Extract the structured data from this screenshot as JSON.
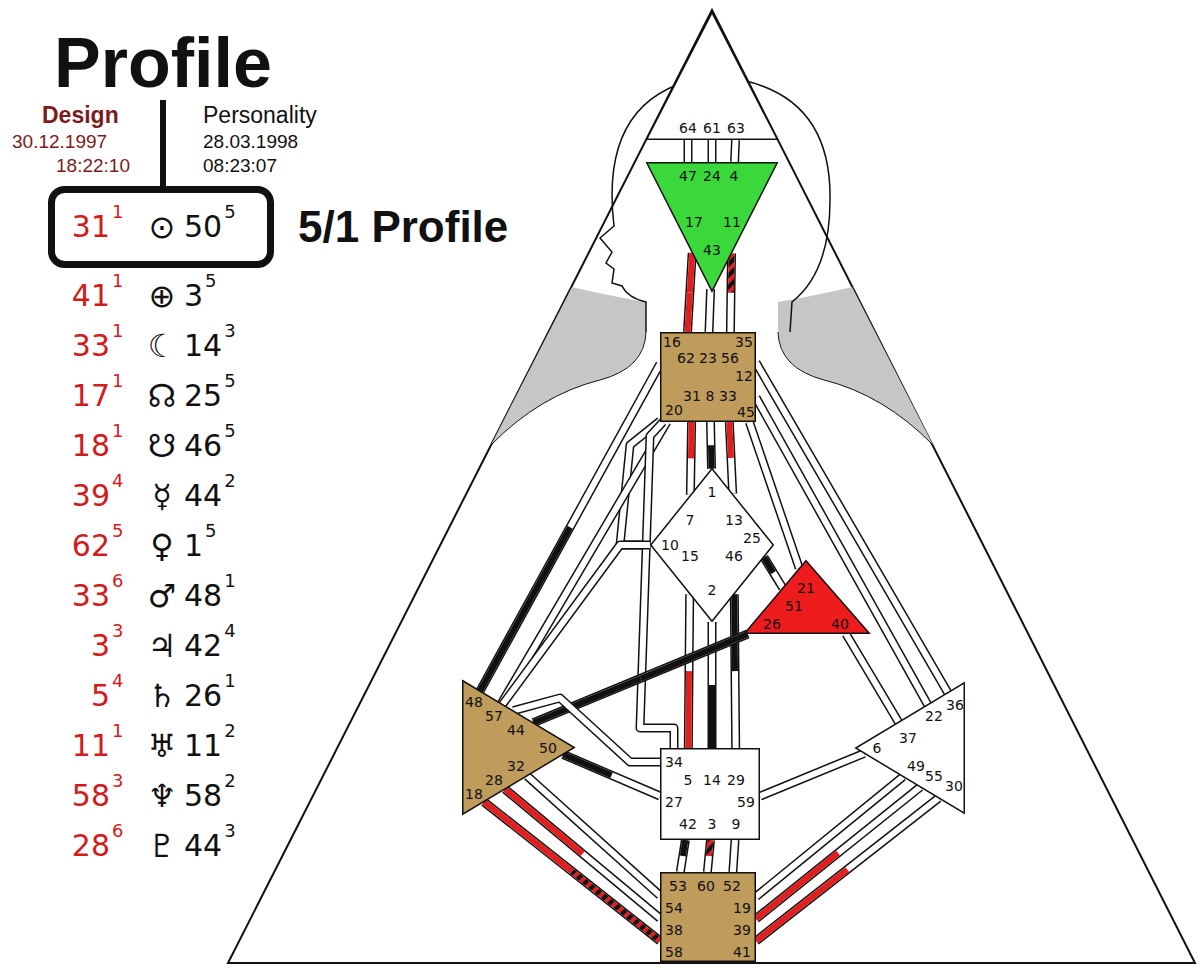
{
  "diagram": {
    "title": "Profile",
    "nodes": [
      {
        "text": [
          "31",
          "1",
          "⊙",
          "50",
          "5"
        ]
      },
      {
        "text": [
          "64",
          "61",
          "63"
        ]
      },
      {
        "text": [
          "47",
          "24",
          "4",
          "17",
          "43",
          "11"
        ]
      },
      {
        "text": [
          "16",
          "35",
          "62",
          "23",
          "56",
          "12",
          "31",
          "8",
          "33",
          "20",
          "45"
        ]
      },
      {
        "text": [
          "1",
          "7",
          "13",
          "10",
          "25",
          "15",
          "46",
          "2"
        ]
      },
      {
        "text": [
          "21",
          "51",
          "26",
          "40"
        ]
      },
      {
        "text": [
          "48",
          "57",
          "44",
          "50",
          "32",
          "28",
          "18"
        ]
      },
      {
        "text": [
          "36",
          "22",
          "37",
          "6",
          "49",
          "55",
          "30"
        ]
      },
      {
        "text": [
          "34",
          "5",
          "14",
          "29",
          "27",
          "59",
          "42",
          "3",
          "9"
        ]
      },
      {
        "text": [
          "53",
          "60",
          "52",
          "54",
          "19",
          "38",
          "39",
          "58",
          "41"
        ]
      }
    ],
    "edges": [
      {
        "from": 1,
        "to": 2,
        "arrow": "none"
      },
      {
        "from": 1,
        "to": 2,
        "arrow": "none"
      },
      {
        "from": 1,
        "to": 2,
        "arrow": "none"
      },
      {
        "from": 2,
        "to": 3,
        "arrow": "none"
      },
      {
        "from": 2,
        "to": 3,
        "arrow": "none"
      },
      {
        "from": 2,
        "to": 3,
        "arrow": "none"
      },
      {
        "from": 3,
        "to": 4,
        "arrow": "none"
      },
      {
        "from": 3,
        "to": 4,
        "arrow": "none"
      },
      {
        "from": 3,
        "to": 4,
        "arrow": "none"
      },
      {
        "from": 3,
        "to": 4,
        "arrow": "none"
      },
      {
        "from": 3,
        "to": 6,
        "arrow": "none"
      },
      {
        "from": 3,
        "to": 6,
        "arrow": "none"
      },
      {
        "from": 3,
        "to": 8,
        "arrow": "none"
      },
      {
        "from": 3,
        "to": 5,
        "arrow": "none"
      },
      {
        "from": 3,
        "to": 7,
        "arrow": "none"
      },
      {
        "from": 3,
        "to": 7,
        "arrow": "none"
      },
      {
        "from": 4,
        "to": 5,
        "arrow": "none"
      },
      {
        "from": 4,
        "to": 8,
        "arrow": "none"
      },
      {
        "from": 4,
        "to": 8,
        "arrow": "none"
      },
      {
        "from": 4,
        "to": 8,
        "arrow": "none"
      },
      {
        "from": 4,
        "to": 6,
        "arrow": "none"
      },
      {
        "from": 5,
        "to": 6,
        "arrow": "none"
      },
      {
        "from": 5,
        "to": 7,
        "arrow": "none"
      },
      {
        "from": 6,
        "to": 8,
        "arrow": "none"
      },
      {
        "from": 6,
        "to": 8,
        "arrow": "none"
      },
      {
        "from": 8,
        "to": 7,
        "arrow": "none"
      },
      {
        "from": 6,
        "to": 9,
        "arrow": "none"
      },
      {
        "from": 6,
        "to": 9,
        "arrow": "none"
      },
      {
        "from": 6,
        "to": 9,
        "arrow": "none"
      },
      {
        "from": 8,
        "to": 9,
        "arrow": "none"
      },
      {
        "from": 8,
        "to": 9,
        "arrow": "none"
      },
      {
        "from": 8,
        "to": 9,
        "arrow": "none"
      },
      {
        "from": 7,
        "to": 9,
        "arrow": "none"
      },
      {
        "from": 7,
        "to": 9,
        "arrow": "none"
      },
      {
        "from": 7,
        "to": 9,
        "arrow": "none"
      }
    ],
    "labels": [
      "Design",
      "30.12.1997",
      "18:22:10",
      "Personality",
      "28.03.1998",
      "08:23:07",
      "5/1 Profile",
      "41",
      "1",
      "⊕",
      "3",
      "5",
      "33",
      "1",
      "☾",
      "14",
      "3",
      "17",
      "1",
      "☊",
      "25",
      "5",
      "18",
      "1",
      "☋",
      "46",
      "5",
      "39",
      "4",
      "☿",
      "44",
      "2",
      "62",
      "5",
      "♀",
      "1",
      "5",
      "33",
      "6",
      "♂",
      "48",
      "1",
      "3",
      "3",
      "♃",
      "42",
      "4",
      "5",
      "4",
      "♄",
      "26",
      "1",
      "11",
      "1",
      "♅",
      "11",
      "2",
      "58",
      "3",
      "♆",
      "58",
      "2",
      "28",
      "6",
      "♇",
      "44",
      "3"
    ]
  }
}
